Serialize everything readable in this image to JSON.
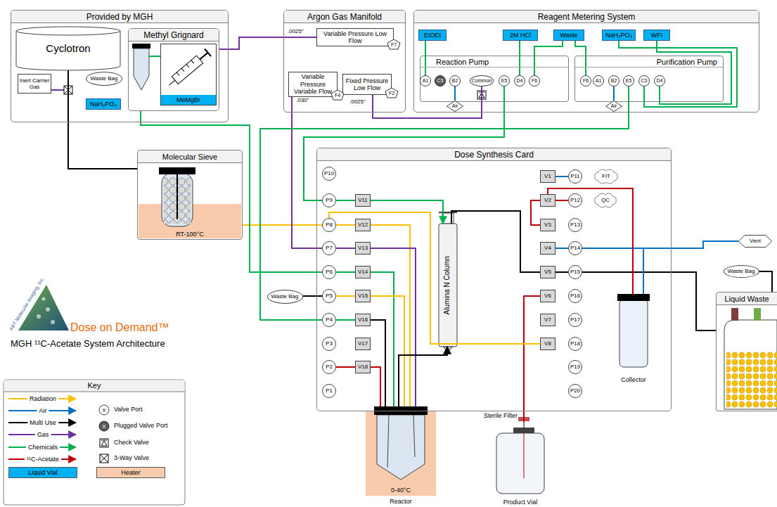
{
  "diagram": {
    "title": "MGH ¹¹C-Acetate System Architecture",
    "nodes": [
      {
        "text": [
          "Provided by MGH"
        ]
      },
      {
        "text": [
          "Cyclotron"
        ],
        "in": 0
      },
      {
        "text": [
          "Inert Carrier Gas"
        ],
        "in": 0
      },
      {
        "text": [
          "Waste Bag"
        ],
        "in": 0
      },
      {
        "text": [
          "NaH₂PO₄"
        ],
        "in": 0
      },
      {
        "text": [
          "Methyl Grignard"
        ],
        "in": 0
      },
      {
        "text": [
          "MeMgBr"
        ],
        "in": 5
      },
      {
        "text": [
          "Argon Gas Manifold"
        ]
      },
      {
        "text": [
          "Variable Pressure Low Flow",
          "F7"
        ],
        "in": 7
      },
      {
        "text": [
          "Variable Pressure Variable Flow",
          "F4"
        ],
        "in": 7
      },
      {
        "text": [
          "Fixed Pressure Low Flow",
          "F2"
        ],
        "in": 7
      },
      {
        "text": [
          "Reagent Metering System"
        ]
      },
      {
        "text": [
          "EtOEt"
        ],
        "in": 11
      },
      {
        "text": [
          "2M HCl"
        ],
        "in": 11
      },
      {
        "text": [
          "Waste"
        ],
        "in": 11
      },
      {
        "text": [
          "NaH₂PO₄"
        ],
        "in": 11
      },
      {
        "text": [
          "WFI"
        ],
        "in": 11
      },
      {
        "text": [
          "Reaction Pump"
        ],
        "in": 11
      },
      {
        "text": [
          "A1"
        ],
        "in": 17
      },
      {
        "text": [
          "C3"
        ],
        "in": 17
      },
      {
        "text": [
          "B2"
        ],
        "in": 17
      },
      {
        "text": [
          "Common"
        ],
        "in": 17
      },
      {
        "text": [
          "E5"
        ],
        "in": 17
      },
      {
        "text": [
          "D4"
        ],
        "in": 17
      },
      {
        "text": [
          "F6"
        ],
        "in": 17
      },
      {
        "text": [
          "Purification Pump"
        ],
        "in": 11
      },
      {
        "text": [
          "F6"
        ],
        "in": 25
      },
      {
        "text": [
          "A1"
        ],
        "in": 25
      },
      {
        "text": [
          "B2"
        ],
        "in": 25
      },
      {
        "text": [
          "E5"
        ],
        "in": 25
      },
      {
        "text": [
          "C3"
        ],
        "in": 25
      },
      {
        "text": [
          "D4"
        ],
        "in": 25
      },
      {
        "text": [
          "Air"
        ],
        "in": 11
      },
      {
        "text": [
          "Air"
        ],
        "in": 11
      },
      {
        "text": [
          "Molecular Sieve",
          "RT-100°C"
        ]
      },
      {
        "text": [
          "Dose Synthesis Card"
        ]
      },
      {
        "text": [
          "P10"
        ],
        "in": 35
      },
      {
        "text": [
          "P9"
        ],
        "in": 35
      },
      {
        "text": [
          "P8"
        ],
        "in": 35
      },
      {
        "text": [
          "P7"
        ],
        "in": 35
      },
      {
        "text": [
          "P6"
        ],
        "in": 35
      },
      {
        "text": [
          "P5"
        ],
        "in": 35
      },
      {
        "text": [
          "P4"
        ],
        "in": 35
      },
      {
        "text": [
          "P3"
        ],
        "in": 35
      },
      {
        "text": [
          "P2"
        ],
        "in": 35
      },
      {
        "text": [
          "P1"
        ],
        "in": 35
      },
      {
        "text": [
          "V11"
        ],
        "in": 35
      },
      {
        "text": [
          "V12"
        ],
        "in": 35
      },
      {
        "text": [
          "V13"
        ],
        "in": 35
      },
      {
        "text": [
          "V14"
        ],
        "in": 35
      },
      {
        "text": [
          "V15"
        ],
        "in": 35
      },
      {
        "text": [
          "V16"
        ],
        "in": 35
      },
      {
        "text": [
          "V17"
        ],
        "in": 35
      },
      {
        "text": [
          "V18"
        ],
        "in": 35
      },
      {
        "text": [
          "Alumina N Column"
        ],
        "in": 35
      },
      {
        "text": [
          "V1"
        ],
        "in": 35
      },
      {
        "text": [
          "V2"
        ],
        "in": 35
      },
      {
        "text": [
          "V3"
        ],
        "in": 35
      },
      {
        "text": [
          "V4"
        ],
        "in": 35
      },
      {
        "text": [
          "V5"
        ],
        "in": 35
      },
      {
        "text": [
          "V6"
        ],
        "in": 35
      },
      {
        "text": [
          "V7"
        ],
        "in": 35
      },
      {
        "text": [
          "V8"
        ],
        "in": 35
      },
      {
        "text": [
          "P11"
        ],
        "in": 35
      },
      {
        "text": [
          "P12"
        ],
        "in": 35
      },
      {
        "text": [
          "P13"
        ],
        "in": 35
      },
      {
        "text": [
          "P14"
        ],
        "in": 35
      },
      {
        "text": [
          "P15"
        ],
        "in": 35
      },
      {
        "text": [
          "P16"
        ],
        "in": 35
      },
      {
        "text": [
          "P17"
        ],
        "in": 35
      },
      {
        "text": [
          "P18"
        ],
        "in": 35
      },
      {
        "text": [
          "P19"
        ],
        "in": 35
      },
      {
        "text": [
          "P20"
        ],
        "in": 35
      },
      {
        "text": [
          "Collector"
        ],
        "in": 35
      },
      {
        "text": [
          "FIT"
        ],
        "in": 35
      },
      {
        "text": [
          "QC"
        ],
        "in": 35
      },
      {
        "text": [
          "Waste Bag"
        ]
      },
      {
        "text": [
          "Vent"
        ]
      },
      {
        "text": [
          "Waste Bag"
        ]
      },
      {
        "text": [
          "Liquid Waste"
        ]
      },
      {
        "text": [
          "0-40°C",
          "Reactor"
        ]
      },
      {
        "text": [
          "Product Vial"
        ]
      }
    ],
    "edges": [
      {
        "from": 1,
        "to": 34,
        "arrow": "none"
      },
      {
        "from": 34,
        "to": 38,
        "arrow": "none"
      },
      {
        "from": 5,
        "to": 8,
        "label": ".0025\"",
        "arrow": "none"
      },
      {
        "from": 9,
        "to": 39,
        "label": ".030\"",
        "arrow": "none"
      },
      {
        "from": 10,
        "to": 21,
        "label": ".0025\"",
        "arrow": "none"
      },
      {
        "from": 12,
        "to": 18,
        "arrow": "none"
      },
      {
        "from": 13,
        "to": 23,
        "arrow": "none"
      },
      {
        "from": 14,
        "to": 24,
        "arrow": "none"
      },
      {
        "from": 14,
        "to": 26,
        "arrow": "none"
      },
      {
        "from": 15,
        "to": 30,
        "arrow": "none"
      },
      {
        "from": 16,
        "to": 31,
        "arrow": "none"
      },
      {
        "from": 20,
        "to": 32,
        "arrow": "none"
      },
      {
        "from": 28,
        "to": 33,
        "arrow": "none"
      },
      {
        "from": 22,
        "to": 37,
        "arrow": "none"
      },
      {
        "from": 29,
        "to": 42,
        "arrow": "none"
      },
      {
        "from": 5,
        "to": 40,
        "arrow": "none"
      },
      {
        "from": 37,
        "to": 46,
        "arrow": "none"
      },
      {
        "from": 46,
        "to": 54,
        "arrow": "to"
      },
      {
        "from": 38,
        "to": 47,
        "arrow": "none"
      },
      {
        "from": 47,
        "to": 80,
        "arrow": "none"
      },
      {
        "from": 39,
        "to": 48,
        "arrow": "none"
      },
      {
        "from": 48,
        "to": 80,
        "arrow": "none"
      },
      {
        "from": 40,
        "to": 49,
        "arrow": "none"
      },
      {
        "from": 49,
        "to": 80,
        "arrow": "none"
      },
      {
        "from": 41,
        "to": 50,
        "arrow": "none"
      },
      {
        "from": 50,
        "to": 80,
        "arrow": "none"
      },
      {
        "from": 76,
        "to": 41,
        "arrow": "none"
      },
      {
        "from": 42,
        "to": 51,
        "arrow": "none"
      },
      {
        "from": 51,
        "to": 80,
        "arrow": "none"
      },
      {
        "from": 44,
        "to": 53,
        "arrow": "none"
      },
      {
        "from": 53,
        "to": 80,
        "arrow": "none"
      },
      {
        "from": 80,
        "to": 54,
        "arrow": "to"
      },
      {
        "from": 54,
        "to": 59,
        "arrow": "none"
      },
      {
        "from": 59,
        "to": 67,
        "arrow": "none"
      },
      {
        "from": 67,
        "to": 79,
        "arrow": "none"
      },
      {
        "from": 78,
        "to": 79,
        "arrow": "none"
      },
      {
        "from": 55,
        "to": 63,
        "arrow": "none"
      },
      {
        "from": 56,
        "to": 64,
        "arrow": "none"
      },
      {
        "from": 58,
        "to": 66,
        "arrow": "none"
      },
      {
        "from": 66,
        "to": 77,
        "arrow": "none"
      },
      {
        "from": 66,
        "to": 73,
        "arrow": "none"
      },
      {
        "from": 56,
        "to": 73,
        "arrow": "none"
      },
      {
        "from": 56,
        "to": 57,
        "arrow": "none"
      },
      {
        "from": 60,
        "to": 81,
        "arrow": "none"
      },
      {
        "from": 62,
        "to": 38,
        "arrow": "none"
      }
    ],
    "labels": [
      "Sterile Filter",
      "ABT Molecular Imaging, Inc.",
      "Dose on Demand™",
      "Key",
      "X",
      "X"
    ],
    "legend": [
      {
        "text": "Radiation"
      },
      {
        "text": "Air"
      },
      {
        "text": "Multi Use"
      },
      {
        "text": "Gas"
      },
      {
        "text": "Chemicals"
      },
      {
        "text": "¹¹C-Acetate"
      },
      {
        "text": "Liquid Vial",
        "color": "#00b0f0"
      },
      {
        "text": "Valve Port"
      },
      {
        "text": "Plugged Valve Port"
      },
      {
        "text": "Check Valve"
      },
      {
        "text": "3-Way Valve"
      },
      {
        "text": "Heater",
        "color": "#f8cbad"
      }
    ]
  }
}
